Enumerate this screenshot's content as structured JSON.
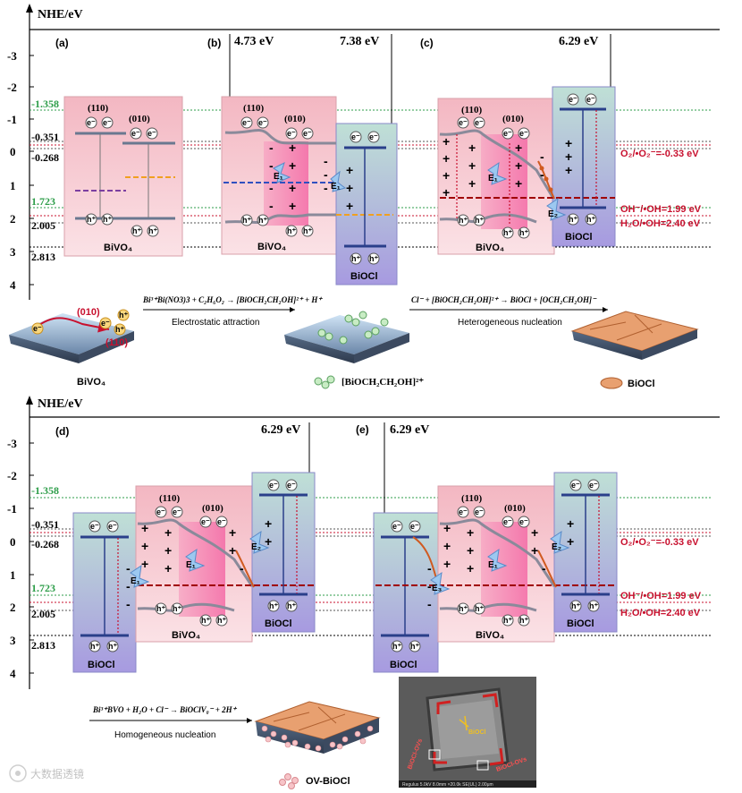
{
  "colors": {
    "green": "#2e9e4a",
    "red": "#c8102e",
    "black": "#000000",
    "purple": "#7b3fa0",
    "orange": "#f0a020",
    "blue": "#3050c0",
    "bivo4_fill": "#f6c6cf",
    "biocl_fill": "#b9b7e6"
  },
  "top_panel": {
    "axis_title": "NHE/eV",
    "ticks": [
      "-3",
      "-2",
      "-1",
      "0",
      "1",
      "2",
      "3",
      "4"
    ],
    "levels": {
      "cb_bivo4": "-1.358",
      "left_a": "-0.351",
      "left_b": "-0.268",
      "vb_bivo4": "1.723",
      "mid": "2.005",
      "biocl": "2.813"
    },
    "labels": {
      "a": "(a)",
      "b": "(b)",
      "c": "(c)"
    },
    "gap_b1": "4.73 eV",
    "gap_b2": "7.38 eV",
    "gap_c": "6.29 eV",
    "facet_110": "(110)",
    "facet_010": "(010)",
    "bivo4": "BiVO₄",
    "biocl": "BiOCl",
    "electron": "e⁻",
    "hole": "h⁺",
    "e1": "E₁",
    "e2": "E₂",
    "redox1": "O₂/•O₂⁻=-0.33 eV",
    "redox2": "OH⁻/•OH=1.99 eV",
    "redox3": "H₂O/•OH=2.40 eV",
    "plus": "+",
    "minus": "-"
  },
  "middle": {
    "eq1": "Bi³⁺Bi(NO3)3 + C₂H₆O₂ → [BiOCH₂CH₂OH]²⁺ + H⁺",
    "step1": "Electrostatic attraction",
    "eq2": "Cl⁻ + [BiOCH₂CH₂OH]²⁺ → BiOCl + [OCH₂CH₂OH]⁻",
    "step2": "Heterogeneous nucleation",
    "crystal_010": "(010)",
    "crystal_110": "(110)",
    "bivo4": "BiVO₄",
    "complex": "[BiOCH₂CH₂OH]²⁺",
    "biocl": "BiOCl"
  },
  "bottom_panel": {
    "axis_title": "NHE/eV",
    "labels": {
      "d": "(d)",
      "e": "(e)"
    },
    "gap_d": "6.29 eV",
    "gap_e": "6.29 eV",
    "e3": "E₃",
    "eq3": "Bi³⁺BVO + H₂O + Cl⁻ → BiOClV₀⁻ + 2H⁺",
    "step3": "Homogeneous nucleation",
    "ov": "OV-BiOCl",
    "sem_label1": "BiOCl",
    "sem_label2": "BiOCl-OVs",
    "sem_label3": "BiOCl-OVs",
    "sem_footer": "Regulus 5.0kV 8.0mm ×20.0k SE(UL)   2.00μm"
  },
  "watermark": "大数据透镜"
}
